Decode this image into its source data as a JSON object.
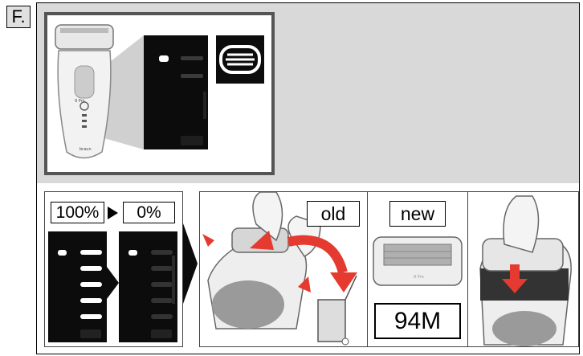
{
  "step_badge": "F.",
  "battery_full_label": "100%",
  "battery_empty_label": "0%",
  "old_label": "old",
  "new_label": "new",
  "part_number_label": "94M",
  "brand_mark": "braun",
  "series_mark": "9 Pro"
}
